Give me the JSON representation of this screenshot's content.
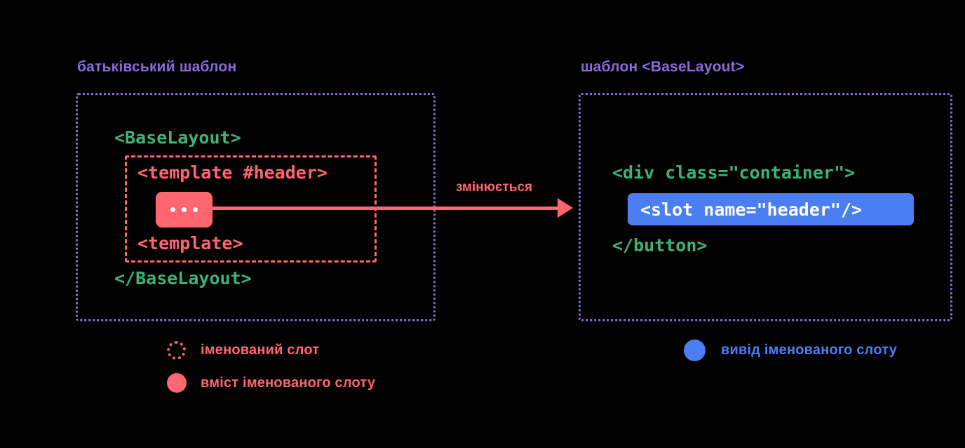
{
  "background_color": "#000000",
  "colors": {
    "accent_purple": "#8B6BDB",
    "accent_red": "#FF6670",
    "accent_green": "#3DB27A",
    "accent_blue": "#4C7EF3",
    "text_white": "#FFFFFF"
  },
  "left_panel": {
    "title": "батьківський шаблон",
    "code": {
      "open_tag": "<BaseLayout>",
      "template_header": "<template #header>",
      "content_placeholder": "...",
      "template_close": "<template>",
      "close_tag": "</BaseLayout>"
    }
  },
  "right_panel": {
    "title": "шаблон <BaseLayout>",
    "code": {
      "div_open": "<div class=\"container\">",
      "slot_line": "<slot name=\"header\"/>",
      "close_tag": "</button>"
    }
  },
  "arrow": {
    "label": "змінюється",
    "icon": "arrow-right-icon"
  },
  "legend": {
    "named_slot": {
      "label": "іменований слот",
      "swatch": "dotted-circle-icon",
      "color": "#FF6670"
    },
    "named_slot_content": {
      "label": "вміст іменованого слоту",
      "swatch": "filled-circle-icon",
      "color": "#FF6670"
    },
    "named_slot_outlet": {
      "label": "вивід іменованого слоту",
      "swatch": "filled-circle-icon",
      "color": "#4C7EF3"
    }
  }
}
